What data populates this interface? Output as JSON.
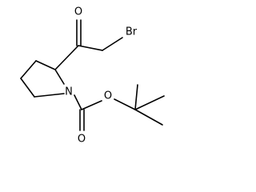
{
  "structure": {
    "atoms": {
      "carbonyl_oxygen": "O",
      "bromine": "Br",
      "ring_nitrogen": "N",
      "ester_oxygen": "O",
      "carbamate_oxygen": "O"
    },
    "colors": {
      "bond": "#000000",
      "label": "#000000",
      "background": "#ffffff"
    }
  }
}
